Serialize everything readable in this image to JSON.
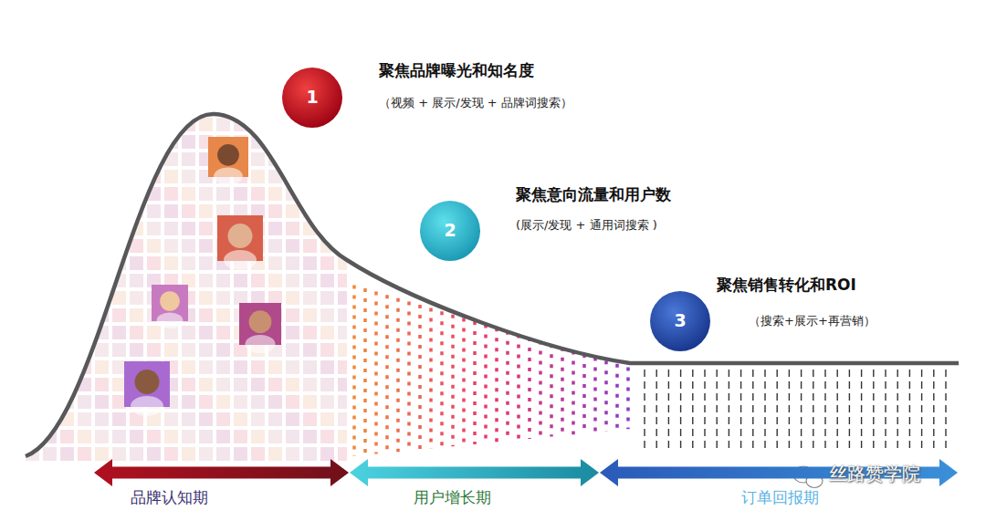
{
  "diagram": {
    "nodes": [
      {
        "text": [
          "1",
          "聚焦品牌曝光和知名度",
          "（视频 + 展示/发现 + 品牌词搜索）"
        ]
      },
      {
        "text": [
          "2",
          "聚焦意向流量和用户数",
          "(展示/发现 + 通用词搜索 )"
        ]
      },
      {
        "text": [
          "3",
          "聚焦销售转化和ROI",
          "（搜索+展示+再营销）"
        ]
      },
      {
        "text": [
          "品牌认知期"
        ]
      },
      {
        "text": [
          "用户增长期"
        ]
      },
      {
        "text": [
          "订单回报期"
        ]
      }
    ],
    "labels": [
      "丝路赞学院"
    ]
  }
}
